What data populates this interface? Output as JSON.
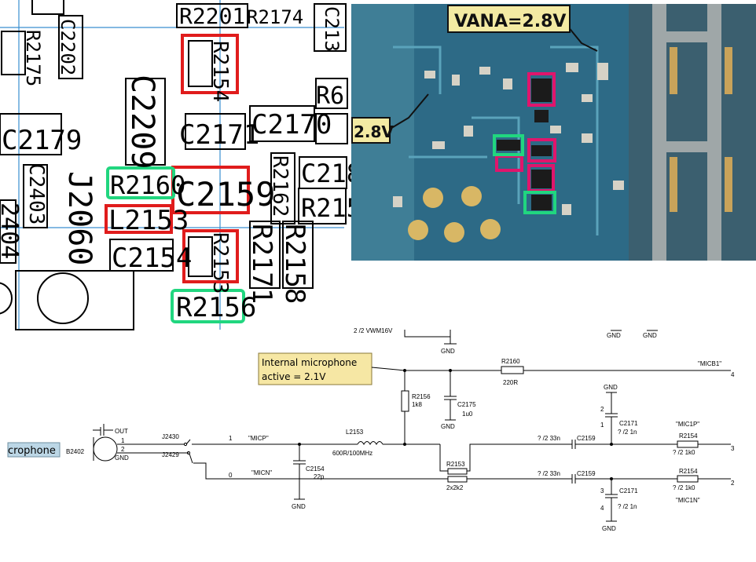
{
  "layout_pcb": {
    "labels": [
      "R2201",
      "R2174",
      "R2175",
      "C2202",
      "R2154",
      "C2209",
      "C2179",
      "C2171",
      "C2170",
      "R6",
      "C2403",
      "J2060",
      "R2160",
      "C2159",
      "R2162",
      "C218",
      "R215",
      "L2153",
      "C2154",
      "R2153",
      "R2171",
      "R2158",
      "R2156",
      "2404",
      "C213"
    ]
  },
  "photo": {
    "voltage_callout": "VANA=2.8V",
    "left_callout": "2.8V",
    "highlight_colors": {
      "pink": "#e0156c",
      "green": "#21d67f",
      "red": "#e01c1c"
    }
  },
  "schematic": {
    "callout": {
      "line1": "Internal microphone",
      "line2": "active = 2.1V"
    },
    "mic_tag": "crophone",
    "mic_ref": "B2402",
    "mic_pins": [
      "OUT",
      "1",
      "2",
      "GND"
    ],
    "connectors": [
      "J2430",
      "J2429"
    ],
    "pin_numbers": [
      "1",
      "0"
    ],
    "nets": [
      "\"MICP\"",
      "\"MICN\"",
      "\"MICB1\"",
      "\"MIC1P\"",
      "\"MIC1N\""
    ],
    "components": {
      "r2160": {
        "ref": "R2160",
        "value": "220R"
      },
      "r2156": {
        "ref": "R2156",
        "value": "1k8"
      },
      "c2175": {
        "ref": "C2175",
        "value": "1u0"
      },
      "l2153": {
        "ref": "L2153",
        "value": "600R/100MHz"
      },
      "c2154": {
        "ref": "C2154",
        "value": "22p"
      },
      "r2153": {
        "ref": "R2153",
        "value": "2x2k2"
      },
      "c2159_top": {
        "ref": "C2159",
        "value": "? /2 33n"
      },
      "c2159_bot": {
        "ref": "C2159",
        "value": "? /2 33n"
      },
      "r2154_top": {
        "ref": "R2154",
        "value": "? /2 1k0"
      },
      "r2154_bot": {
        "ref": "R2154",
        "value": "? /2 1k0"
      },
      "c2171_top": {
        "ref": "C2171",
        "value": "? /2 1n"
      },
      "c2171_bot": {
        "ref": "C2171",
        "value": "? /2 1n"
      }
    },
    "gnd": "GND",
    "top_fragment": "2 /2 VWM16V",
    "side_pins": [
      "4",
      "3",
      "2"
    ],
    "cap_pins": [
      "2",
      "1",
      "3",
      "4"
    ]
  }
}
